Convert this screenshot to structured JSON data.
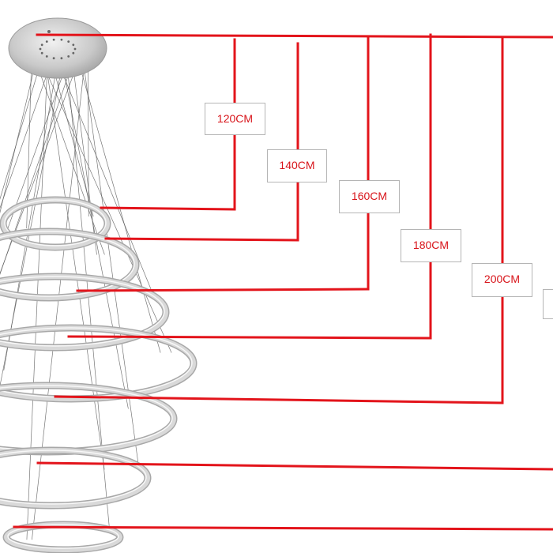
{
  "diagram": {
    "leader_color": "#e3141b",
    "ring_color": "#d9d9d9",
    "cable_color": "#555555",
    "labels": [
      "120CM",
      "140CM",
      "160CM",
      "180CM",
      "200CM"
    ]
  }
}
